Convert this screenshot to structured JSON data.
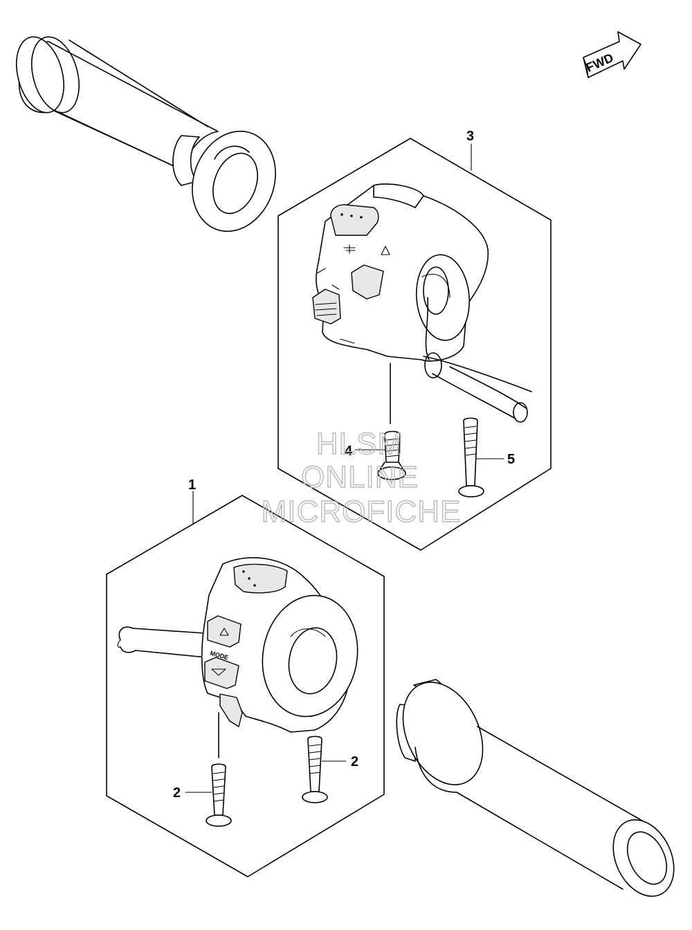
{
  "direction_badge": {
    "label": "FWD"
  },
  "callouts": {
    "c1": "1",
    "c2a": "2",
    "c2b": "2",
    "c3": "3",
    "c4": "4",
    "c5": "5"
  },
  "switch_labels": {
    "mode": "MODE"
  },
  "watermark": {
    "line1": "HLSM",
    "line2": "ONLINE",
    "line3": "MICROFICHE"
  }
}
